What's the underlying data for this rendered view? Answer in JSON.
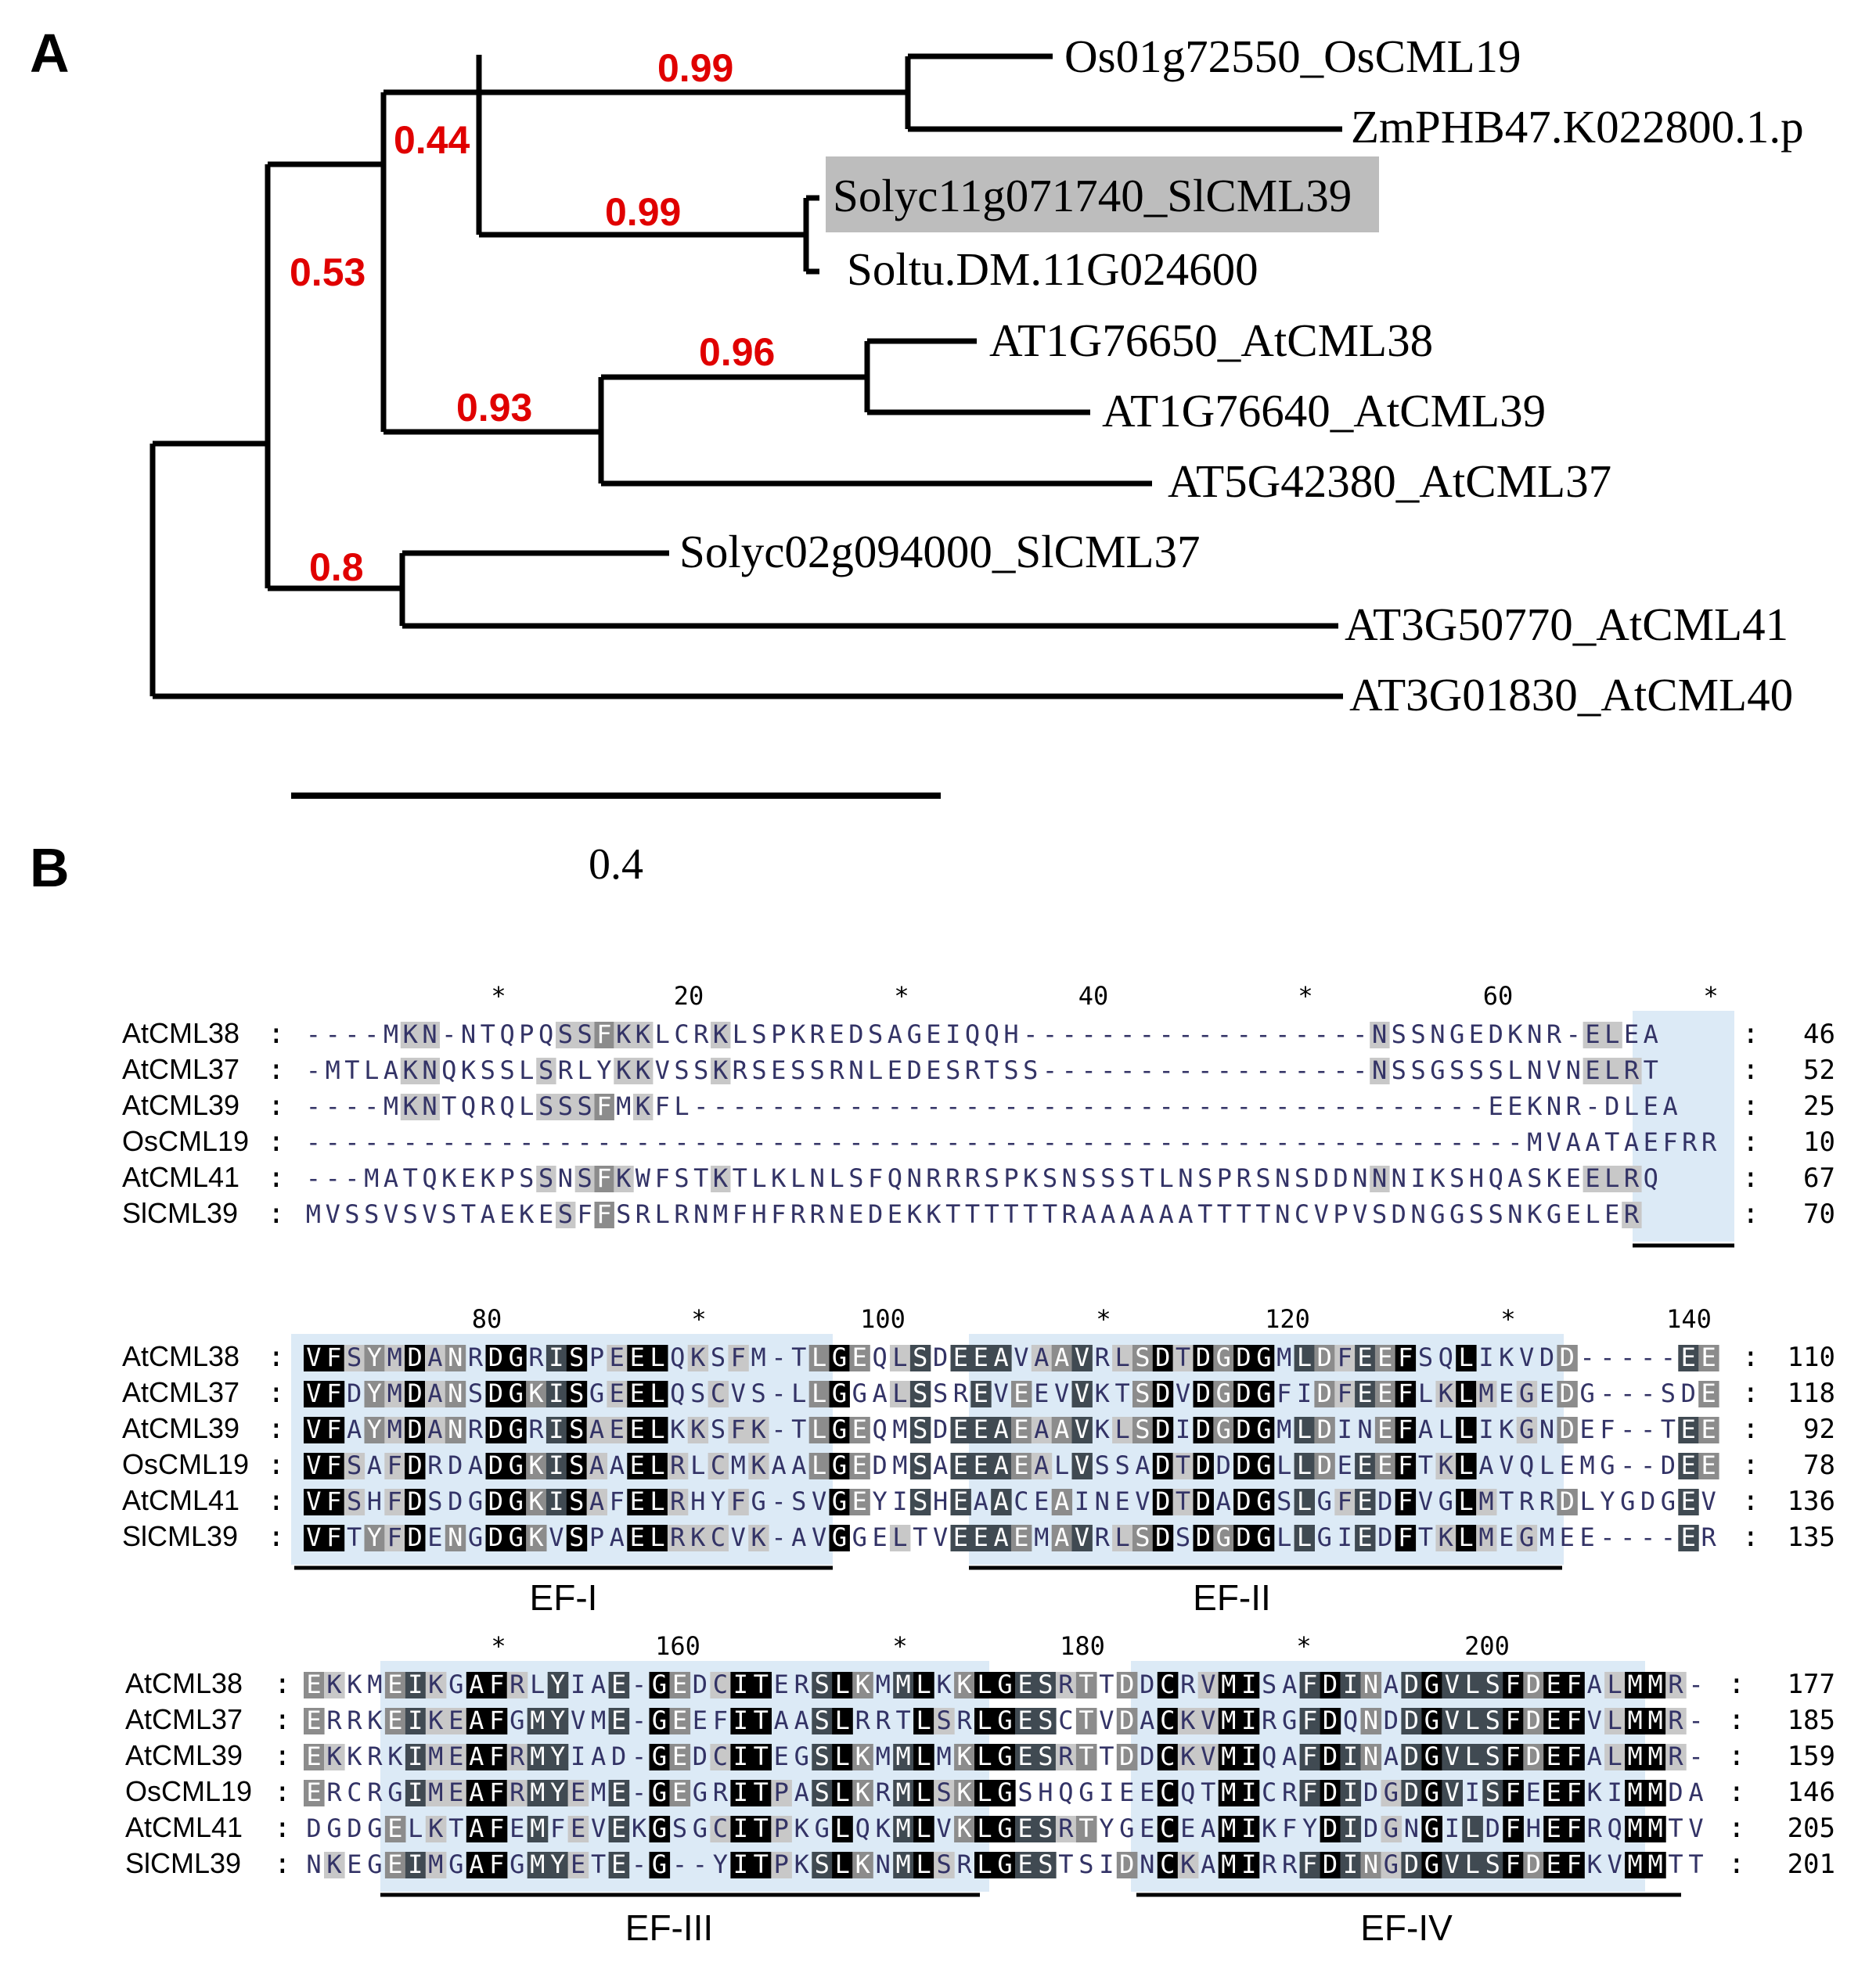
{
  "panels": {
    "a": "A",
    "b": "B"
  },
  "colors": {
    "branch": "#000000",
    "support_value": "#e00000",
    "leaf_highlight": "#bdbdbd",
    "domain_region": "#dceaf6",
    "residue_text": "#333366",
    "shade_identical": "#000000",
    "shade_high": "#404a52",
    "shade_mid": "#8c8c8c",
    "shade_low": "#c8c8c8"
  },
  "tree": {
    "leaves": [
      "Os01g72550_OsCML19",
      "ZmPHB47.K022800.1.p",
      "Solyc11g071740_SlCML39",
      "Soltu.DM.11G024600",
      "AT1G76650_AtCML38",
      "AT1G76640_AtCML39",
      "AT5G42380_AtCML37",
      "Solyc02g094000_SlCML37",
      "AT3G50770_AtCML41",
      "AT3G01830_AtCML40"
    ],
    "highlighted_leaf": "Solyc11g071740_SlCML39",
    "support_values": [
      "0.99",
      "0.44",
      "0.99",
      "0.53",
      "0.96",
      "0.93",
      "0.8"
    ],
    "scale_bar": {
      "label": "0.4",
      "value": 0.4
    }
  },
  "alignment": {
    "names": [
      "AtCML38",
      "AtCML37",
      "AtCML39",
      "OsCML19",
      "AtCML41",
      "SlCML39"
    ],
    "blocks": [
      {
        "ruler_labels": [
          "*",
          "20",
          "*",
          "40",
          "*",
          "60",
          "*"
        ],
        "rows": [
          "----MKN-NTQPQSSFKKLCRKLSPKREDSAGEIQQH------------------NSSNGEDKNR-ELEA",
          "-MTLAKNQKSSLSRLYKKVSSKRSESSRNLEDESRTSS-----------------NSSGSSSLNVNELRT",
          "----MKNTQRQLSSSFMKFL-----------------------------------------EEKNR-DLEA",
          "---------------------------------------------------------------MVAATAEFRR",
          "---MATQKEKPSSNSFKWFSTKTLKLNLSFQNRRRSPKSNSSSTLNSPRSNSDDNNNIKSHQASKEELRQ",
          "MVSSVSVSTAEKESFFSRLRNMFHFRRNEDEKKTTTTTTRAAAAAATTTTNCVPVSDNGGSSNKGELER"
        ],
        "end_numbers": [
          "46",
          "52",
          "25",
          "10",
          "67",
          "70"
        ],
        "domains": []
      },
      {
        "ruler_labels": [
          "80",
          "*",
          "100",
          "*",
          "120",
          "*",
          "140"
        ],
        "rows": [
          "VFSYMDANRDGRISPEELQKSFM-TLGEQLSDEEAVAAVRLSDTDGDGMLDFEEFSQLIKVDD-----EE",
          "VFDYMDANSDGKISGEELQSCVS-LLGGALSSREVEEVVKTSDVDGDGFIDFEEFLKLMEGEDG---SDE",
          "VFAYMDANRDGRISAEELKKSFK-TLGEQMSDEEAEAAVKLSDIDGDGMLDINEFALLIKGNDEF--TEE",
          "VFSAFDRDADGKISAAELRLCMKAALGEDMSAEEAEALVSSADTDDDGLLDEEEFTKLAVQLEMG--DEE",
          "VFSHFDSDGDGKISAFELRHYFG-SVGEYISHEAACEAINEVDTDADGSLGFEDFVGLMTRRDLYGDGEV",
          "VFTYFDENGDGKVSPAELRKCVK-AVGGELTVEEAEMAVRLSDSDGDGLLGIEDFTKLMEGMEE----ER"
        ],
        "end_numbers": [
          "110",
          "118",
          "92",
          "78",
          "136",
          "135"
        ],
        "domains": [
          "EF-I",
          "EF-II"
        ]
      },
      {
        "ruler_labels": [
          "*",
          "160",
          "*",
          "180",
          "*",
          "200"
        ],
        "rows": [
          "EKKMEIKGAFRLYIAE-GEDCITERSLKMMLKKLGESRTTDDCRVMISAFDINADGVLSFDEFALMMR-",
          "ERRKEIKEAFGMYVME-GEEFITAASLRRTLSRLGESCTVDACKVMIRGFDQNDDGVLSFDEFVLMMR-",
          "EKKRKIMEAFRMYIAD-GEDCITEGSLKMMLMKLGESRTTDDCKVMIQAFDINADGVLSFDEFALMMR-",
          "ERCRGIMEAFRMYEME-GEGRITPASLKRMLSKLGSHQGIEECQTMICRFDIDGDGVISFEEFKIMMDA",
          "DGDGELKTAFEMFEVEKGSGCITPKGLQKMLVKLGESRTYGECEAMIKFYDIDGNGILDFHEFRQMMTV",
          "NKEGEIMGAFGMYETE-G--YITPKSLKNMLSRLGESTSIDNCKAMIRRFDINGDGVLSFDEFKVMMTT"
        ],
        "end_numbers": [
          "177",
          "185",
          "159",
          "146",
          "205",
          "201"
        ],
        "domains": [
          "EF-III",
          "EF-IV"
        ]
      }
    ]
  }
}
